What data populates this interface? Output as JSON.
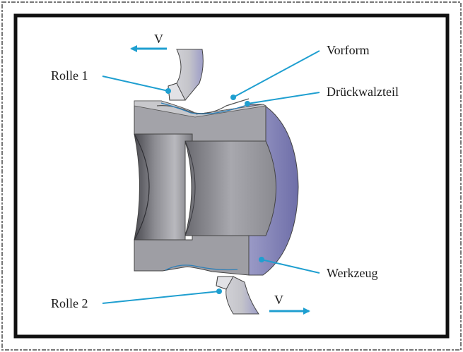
{
  "labels": {
    "rolle1": "Rolle 1",
    "rolle2": "Rolle 2",
    "vorform": "Vorform",
    "drueckwalzteil": "Drückwalzteil",
    "werkzeug": "Werkzeug",
    "v_top": "V",
    "v_bottom": "V"
  },
  "colors": {
    "leader": "#1f9fd0",
    "arrow": "#1f9fd0",
    "frame": "#111111",
    "steel_light": "#cfcfd3",
    "steel_mid": "#9a9aa0",
    "steel_dark": "#55555c",
    "flange_face": "#8282b8"
  }
}
